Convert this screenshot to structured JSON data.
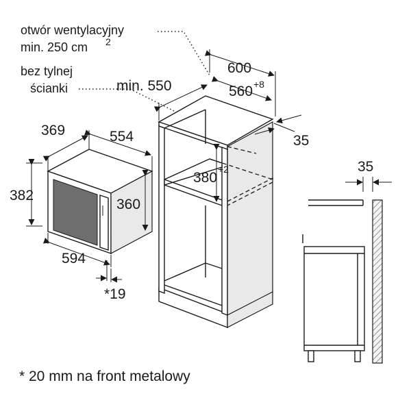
{
  "labels": {
    "vent_line1": "otwór wentylacyjny",
    "vent_line2": "min. 250 cm",
    "vent_sup": "2",
    "back_line1": "bez tylnej",
    "back_line2": "ścianki",
    "min550": "min. 550",
    "d600": "600",
    "d560": "560",
    "d560_sup": "+8",
    "d35_cabinet": "35",
    "d380": "380",
    "d380_sup": "+2",
    "d369": "369",
    "d554": "554",
    "d382": "382",
    "d360": "360",
    "d594": "594",
    "d19": "*19",
    "d35_side": "35",
    "footnote": "* 20 mm na front metalowy"
  },
  "colors": {
    "line": "#1a1a1a",
    "panel_shade": "#e9e9e9",
    "glass": "#6e6e6e"
  }
}
